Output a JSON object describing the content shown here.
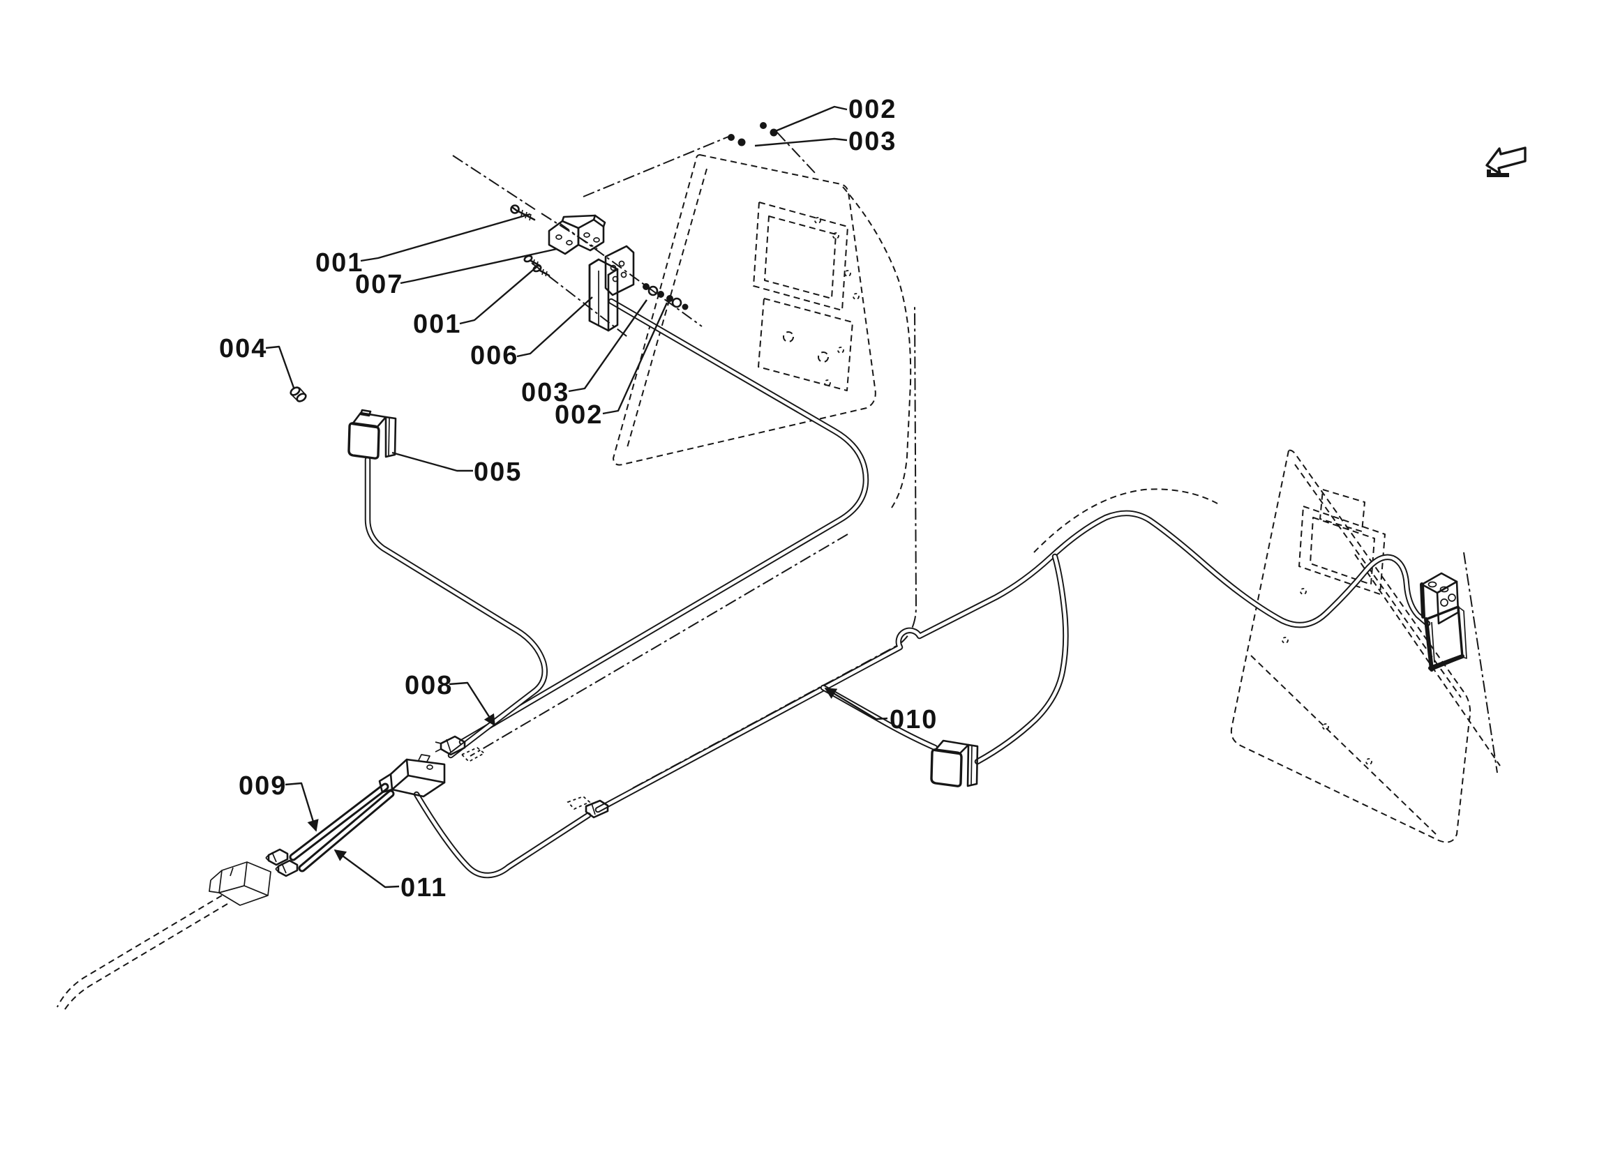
{
  "diagram": {
    "colors": {
      "line": "#161616",
      "background": "#ffffff"
    },
    "icons": {
      "back_arrow": "page-back-arrow-icon"
    },
    "callouts": [
      {
        "text": "002"
      },
      {
        "text": "003"
      },
      {
        "text": "001"
      },
      {
        "text": "007"
      },
      {
        "text": "001"
      },
      {
        "text": "006"
      },
      {
        "text": "003"
      },
      {
        "text": "002"
      },
      {
        "text": "004"
      },
      {
        "text": "005"
      },
      {
        "text": "008"
      },
      {
        "text": "009"
      },
      {
        "text": "011"
      },
      {
        "text": "010"
      }
    ]
  }
}
